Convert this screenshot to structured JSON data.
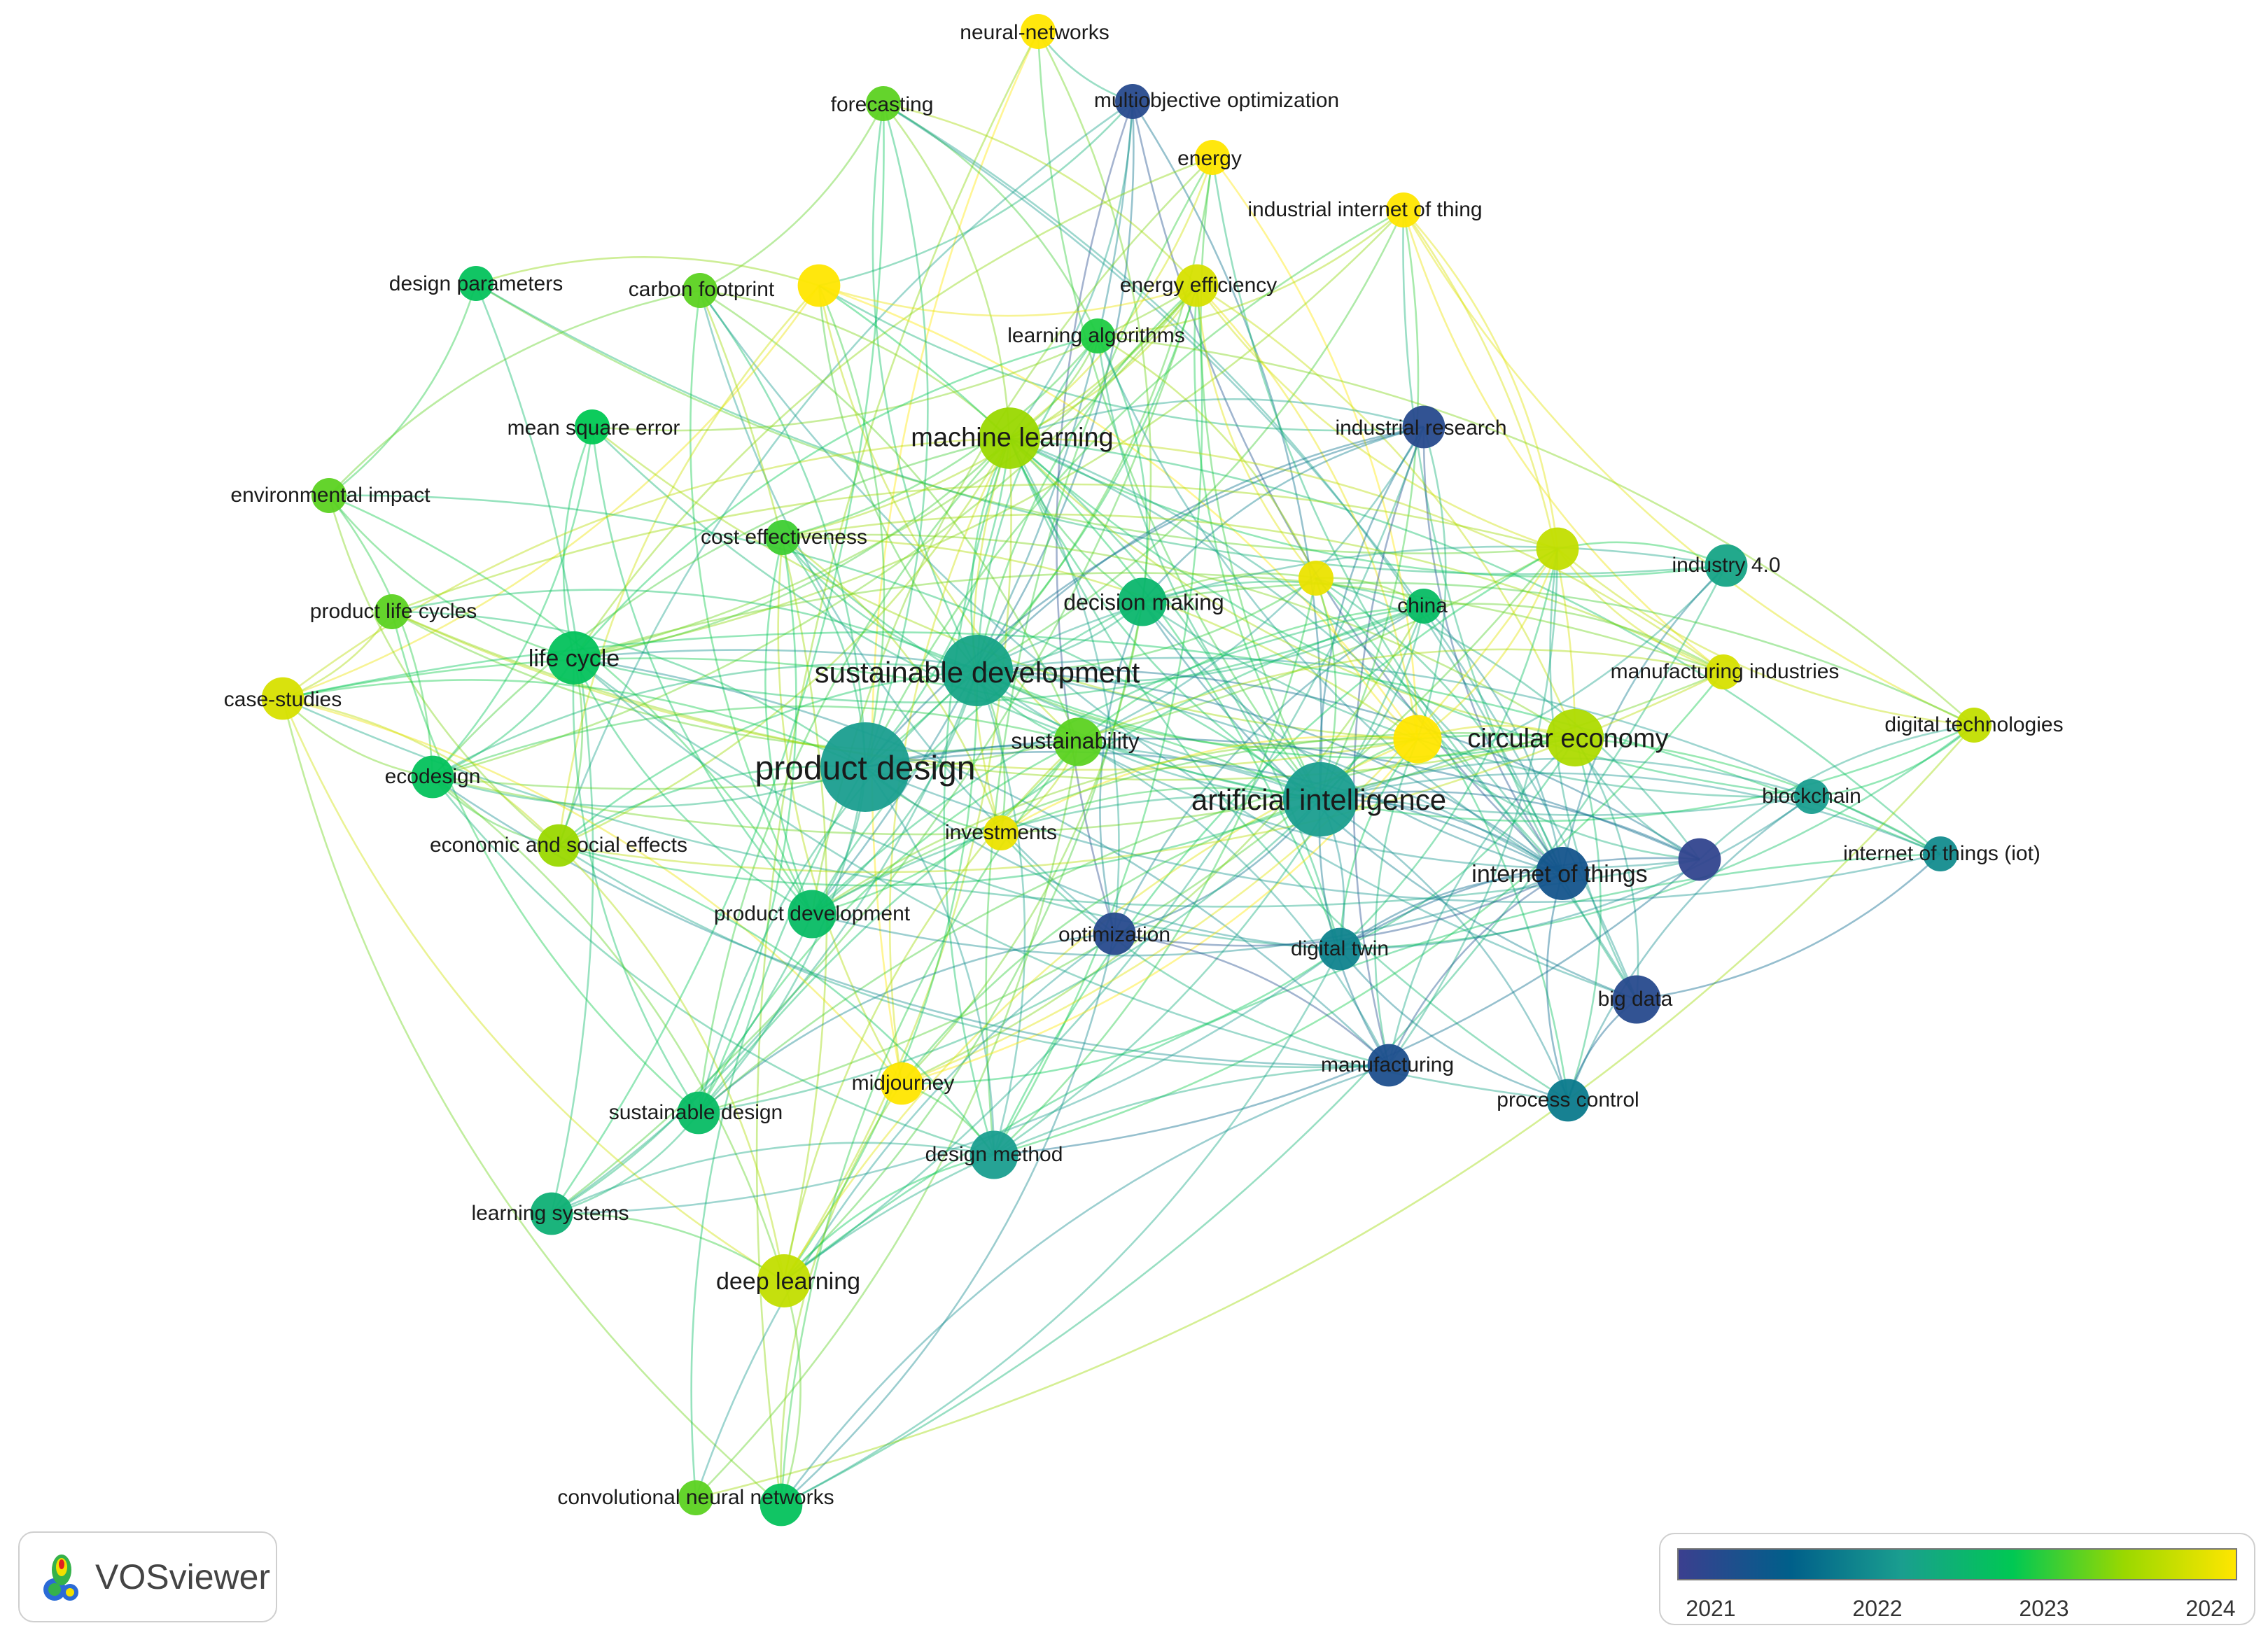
{
  "app": {
    "name": "VOSviewer"
  },
  "legend": {
    "ticks": [
      "2021",
      "2022",
      "2023",
      "2024"
    ],
    "colors": [
      "#3b3f8f",
      "#005f8a",
      "#1a9e8f",
      "#00c853",
      "#9ad800",
      "#ffe600"
    ]
  },
  "nodes": [
    {
      "id": "neural-networks",
      "label": "neural-networks",
      "year": 2024.0,
      "weight": 1
    },
    {
      "id": "multiobjective-optimization",
      "label": "multiobjective optimization",
      "year": 2021.2,
      "weight": 1
    },
    {
      "id": "forecasting",
      "label": "forecasting",
      "year": 2023.3,
      "weight": 1
    },
    {
      "id": "energy",
      "label": "energy",
      "year": 2024.0,
      "weight": 1
    },
    {
      "id": "industrial-internet-of-thing",
      "label": "industrial internet of thing",
      "year": 2024.0,
      "weight": 1
    },
    {
      "id": "design-parameters",
      "label": "design parameters",
      "year": 2022.9,
      "weight": 1
    },
    {
      "id": "carbon-footprint",
      "label": "carbon footprint",
      "year": 2023.3,
      "weight": 1
    },
    {
      "id": "unlabeled-yellow-1",
      "label": "",
      "year": 2024.0,
      "weight": 2
    },
    {
      "id": "energy-efficiency",
      "label": "energy efficiency",
      "year": 2023.8,
      "weight": 2
    },
    {
      "id": "learning-algorithms",
      "label": "learning algorithms",
      "year": 2023.1,
      "weight": 1
    },
    {
      "id": "mean-square-error",
      "label": "mean square error",
      "year": 2023.0,
      "weight": 1
    },
    {
      "id": "machine-learning",
      "label": "machine learning",
      "year": 2023.5,
      "weight": 6
    },
    {
      "id": "industrial-research",
      "label": "industrial research",
      "year": 2021.2,
      "weight": 2
    },
    {
      "id": "environmental-impact",
      "label": "environmental impact",
      "year": 2023.3,
      "weight": 1
    },
    {
      "id": "cost-effectiveness",
      "label": "cost effectiveness",
      "year": 2023.2,
      "weight": 1
    },
    {
      "id": "unlabeled-yellow-2",
      "label": "",
      "year": 2023.9,
      "weight": 1
    },
    {
      "id": "unlabeled-lime-1",
      "label": "",
      "year": 2023.7,
      "weight": 2
    },
    {
      "id": "industry-4-0",
      "label": "industry 4.0",
      "year": 2022.4,
      "weight": 2
    },
    {
      "id": "decision-making",
      "label": "decision making",
      "year": 2022.7,
      "weight": 3
    },
    {
      "id": "china",
      "label": "china",
      "year": 2022.8,
      "weight": 1
    },
    {
      "id": "product-life-cycles",
      "label": "product life cycles",
      "year": 2023.3,
      "weight": 1
    },
    {
      "id": "life-cycle",
      "label": "life cycle",
      "year": 2022.9,
      "weight": 4
    },
    {
      "id": "sustainable-development",
      "label": "sustainable development",
      "year": 2022.4,
      "weight": 9
    },
    {
      "id": "case-studies",
      "label": "case-studies",
      "year": 2023.8,
      "weight": 2
    },
    {
      "id": "manufacturing-industries",
      "label": "manufacturing industries",
      "year": 2023.8,
      "weight": 1
    },
    {
      "id": "digital-technologies",
      "label": "digital technologies",
      "year": 2023.7,
      "weight": 1
    },
    {
      "id": "product-design",
      "label": "product design",
      "year": 2022.3,
      "weight": 16
    },
    {
      "id": "sustainability",
      "label": "sustainability",
      "year": 2023.3,
      "weight": 3
    },
    {
      "id": "unlabeled-yellow-3",
      "label": "",
      "year": 2024.0,
      "weight": 3
    },
    {
      "id": "circular-economy",
      "label": "circular economy",
      "year": 2023.6,
      "weight": 5
    },
    {
      "id": "ecodesign",
      "label": "ecodesign",
      "year": 2022.9,
      "weight": 2
    },
    {
      "id": "artificial-intelligence",
      "label": "artificial intelligence",
      "year": 2022.3,
      "weight": 10
    },
    {
      "id": "blockchain",
      "label": "blockchain",
      "year": 2022.3,
      "weight": 1
    },
    {
      "id": "investments",
      "label": "investments",
      "year": 2023.9,
      "weight": 1
    },
    {
      "id": "economic-and-social-effects",
      "label": "economic and social effects",
      "year": 2023.5,
      "weight": 2
    },
    {
      "id": "unlabeled-purple-1",
      "label": "",
      "year": 2021.1,
      "weight": 2
    },
    {
      "id": "internet-of-things",
      "label": "internet of things",
      "year": 2021.4,
      "weight": 4
    },
    {
      "id": "internet-of-things-iot",
      "label": "internet of things (iot)",
      "year": 2022.1,
      "weight": 1
    },
    {
      "id": "product-development",
      "label": "product development",
      "year": 2022.8,
      "weight": 3
    },
    {
      "id": "optimization",
      "label": "optimization",
      "year": 2021.2,
      "weight": 2
    },
    {
      "id": "digital-twin",
      "label": "digital twin",
      "year": 2022.0,
      "weight": 2
    },
    {
      "id": "big-data",
      "label": "big data",
      "year": 2021.2,
      "weight": 3
    },
    {
      "id": "manufacturing",
      "label": "manufacturing",
      "year": 2021.3,
      "weight": 2
    },
    {
      "id": "midjourney",
      "label": "midjourney",
      "year": 2024.0,
      "weight": 2
    },
    {
      "id": "process-control",
      "label": "process control",
      "year": 2021.9,
      "weight": 2
    },
    {
      "id": "sustainable-design",
      "label": "sustainable design",
      "year": 2022.8,
      "weight": 2
    },
    {
      "id": "design-method",
      "label": "design method",
      "year": 2022.3,
      "weight": 3
    },
    {
      "id": "learning-systems",
      "label": "learning systems",
      "year": 2022.6,
      "weight": 2
    },
    {
      "id": "deep-learning",
      "label": "deep learning",
      "year": 2023.7,
      "weight": 4
    },
    {
      "id": "convolutional-neural-networks",
      "label": "convolutional neural networks",
      "year": 2023.3,
      "weight": 1
    },
    {
      "id": "unlabeled-green-1",
      "label": "",
      "year": 2022.9,
      "weight": 2
    }
  ]
}
